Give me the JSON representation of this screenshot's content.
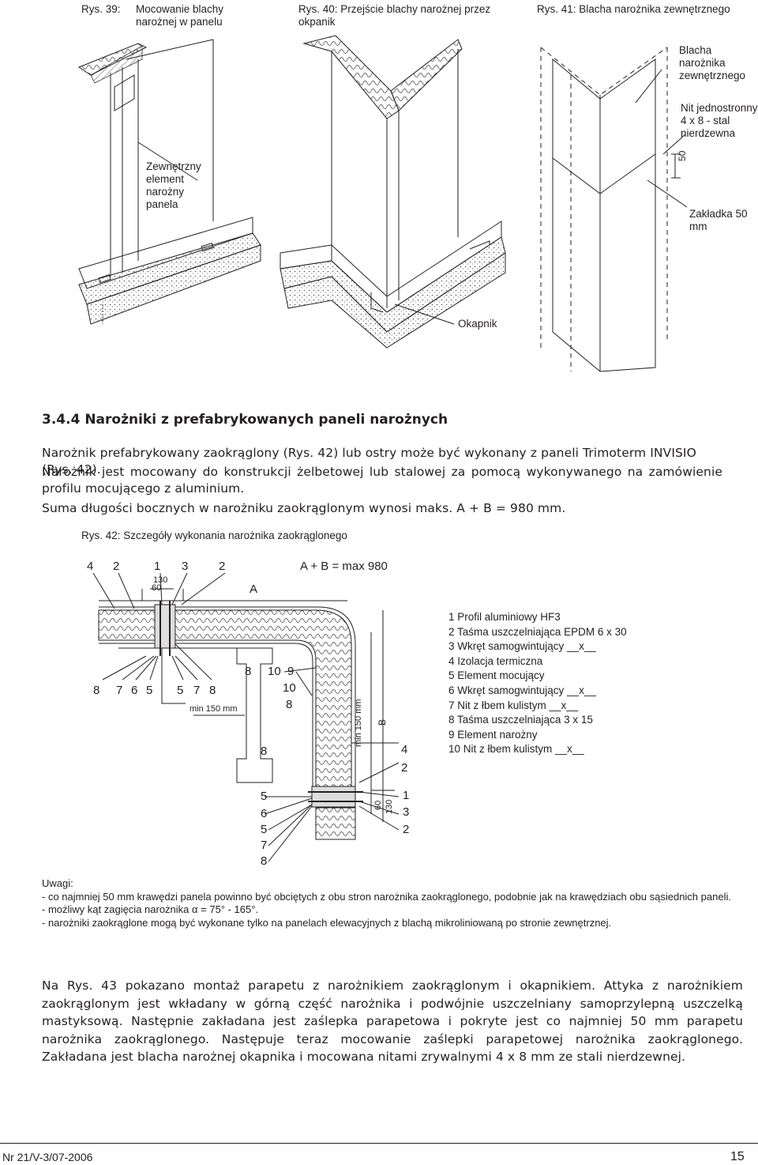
{
  "captions": {
    "rys39_num": "Rys. 39:",
    "rys39_text": "Mocowanie blachy narożnej w panelu",
    "rys40": "Rys. 40: Przejście blachy narożnej przez okpanik",
    "rys41": "Rys. 41: Blacha narożnika zewnętrznego"
  },
  "fig39": {
    "label": "Zewnętrzny element narożny panela"
  },
  "fig40": {
    "label": "Okapnik"
  },
  "fig41": {
    "label_blacha": "Blacha narożnika zewnętrznego",
    "label_nit": "Nit jednostronny 4 x 8 - stal nierdzewna",
    "dim": "50",
    "label_zakladka": "Zakładka 50 mm"
  },
  "section": {
    "heading": "3.4.4 Narożniki z prefabrykowanych paneli narożnych",
    "paragraphs": [
      "Narożnik prefabrykowany zaokrąglony (Rys. 42) lub ostry może być wykonany z paneli Trimoterm INVISIO (Rys. 42).",
      "Narożnik jest mocowany do konstrukcji żelbetowej lub stalowej za pomocą wykonywanego na zamówienie profilu mocującego z aluminium.",
      "Suma długości bocznych w narożniku zaokrąglonym wynosi maks. A + B = 980 mm."
    ]
  },
  "fig42": {
    "caption": "Rys. 42: Szczegóły wykonania narożnika zaokrąglonego",
    "formula": "A + B = max 980",
    "top_numbers": [
      "4",
      "2",
      "1",
      "3",
      "2"
    ],
    "dim_130": "130",
    "dim_60": "60",
    "label_A": "A",
    "label_B": "B",
    "min150": "min 150 mm",
    "min150_v": "min 150 mm",
    "left_numbers": [
      "8",
      "7",
      "6",
      "5",
      "5",
      "7",
      "8"
    ],
    "mid_numbers": [
      "8",
      "10",
      "9",
      "10",
      "8",
      "8"
    ],
    "right_numbers": [
      "4",
      "2"
    ],
    "bottom_numbers": [
      "5",
      "6",
      "5",
      "7",
      "8"
    ],
    "bottom_right_numbers": [
      "1",
      "3",
      "2"
    ],
    "legend": [
      "1  Profil aluminiowy HF3",
      "2  Taśma uszczelniająca EPDM 6 x 30",
      "3  Wkręt samogwintujący __x__",
      "4  Izolacja termiczna",
      "5  Element mocujący",
      "6  Wkręt samogwintujący __x__",
      "7  Nit z łbem kulistym __x__",
      "8  Taśma uszczelniająca 3 x 15",
      "9  Element narożny",
      "10 Nit z łbem kulistym __x__"
    ]
  },
  "notes": {
    "title": "Uwagi:",
    "items": [
      "- co najmniej 50 mm krawędzi panela powinno być obciętych z obu stron narożnika zaokrąglonego, podobnie jak na krawędziach obu sąsiednich paneli.",
      "- możliwy kąt zagięcia narożnika α = 75° - 165°.",
      "- narożniki zaokrąglone mogą być wykonane tylko na panelach elewacyjnych z blachą mikroliniowaną po stronie zewnętrznej."
    ]
  },
  "closing_paragraph": "Na Rys. 43 pokazano montaż parapetu z narożnikiem zaokrąglonym i okapnikiem. Attyka z narożnikiem zaokrąglonym jest wkładany w górną część narożnika i podwójnie uszczelniany samoprzylepną uszczelką mastyksową. Następnie zakładana jest zaślepka parapetowa i pokryte jest co najmniej 50 mm parapetu narożnika zaokrąglonego. Następuje teraz mocowanie zaślepki parapetowej narożnika zaokrąglonego. Zakładana jest blacha narożnej okapnika i mocowana nitami zrywalnymi 4 x 8 mm ze stali nierdzewnej.",
  "footer": {
    "left": "Nr 21/V-3/07-2006",
    "page": "15"
  }
}
